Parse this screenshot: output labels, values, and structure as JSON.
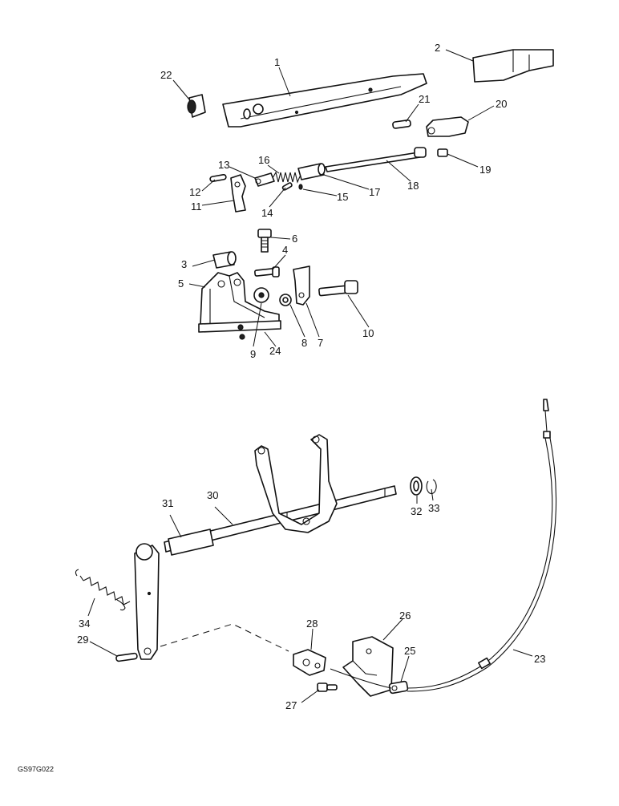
{
  "drawing_code": "GS97G022",
  "callouts": [
    "1",
    "2",
    "3",
    "4",
    "5",
    "6",
    "7",
    "8",
    "9",
    "10",
    "11",
    "12",
    "13",
    "14",
    "15",
    "16",
    "17",
    "18",
    "19",
    "20",
    "21",
    "22",
    "23",
    "24",
    "25",
    "26",
    "27",
    "28",
    "29",
    "30",
    "31",
    "32",
    "33",
    "34"
  ]
}
